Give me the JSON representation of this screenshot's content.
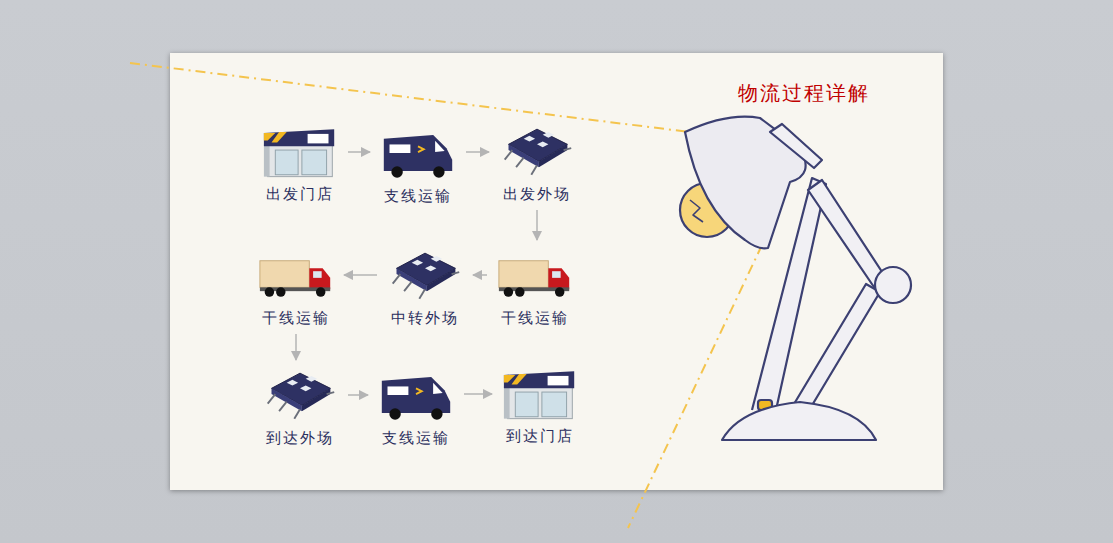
{
  "diagram": {
    "title": "物流过程详解",
    "nodes": [
      {
        "text": [
          "出发门店"
        ]
      },
      {
        "text": [
          "支线运输"
        ]
      },
      {
        "text": [
          "出发外场"
        ]
      },
      {
        "text": [
          "干线运输"
        ]
      },
      {
        "text": [
          "中转外场"
        ]
      },
      {
        "text": [
          "干线运输"
        ]
      },
      {
        "text": [
          "到达外场"
        ]
      },
      {
        "text": [
          "支线运输"
        ]
      },
      {
        "text": [
          "到达门店"
        ]
      }
    ],
    "edges": [
      {
        "from": 0,
        "to": 1,
        "arrow": "to"
      },
      {
        "from": 1,
        "to": 2,
        "arrow": "to"
      },
      {
        "from": 2,
        "to": 3,
        "arrow": "to"
      },
      {
        "from": 3,
        "to": 4,
        "arrow": "to"
      },
      {
        "from": 4,
        "to": 5,
        "arrow": "to"
      },
      {
        "from": 5,
        "to": 6,
        "arrow": "to"
      },
      {
        "from": 6,
        "to": 7,
        "arrow": "to"
      },
      {
        "from": 7,
        "to": 8,
        "arrow": "to"
      }
    ]
  }
}
